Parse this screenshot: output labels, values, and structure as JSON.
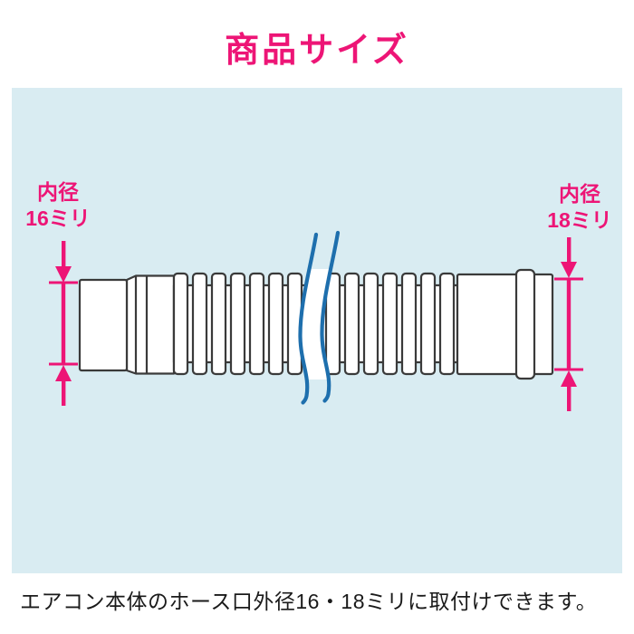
{
  "header": {
    "title": "商品サイズ"
  },
  "diagram": {
    "left_dimension": {
      "label_line1": "内径",
      "label_line2": "16ミリ",
      "value_mm": 16
    },
    "right_dimension": {
      "label_line1": "内径",
      "label_line2": "18ミリ",
      "value_mm": 18
    }
  },
  "caption": {
    "text": "エアコン本体のホース口外径16・18ミリに取付けできます。"
  },
  "colors": {
    "accent": "#ed1576",
    "panel": "#d9ecf2",
    "outline": "#3a3a3a",
    "hose_fill": "#ffffff",
    "break_line": "#1e6fad",
    "caption_text": "#1a1a1a"
  }
}
